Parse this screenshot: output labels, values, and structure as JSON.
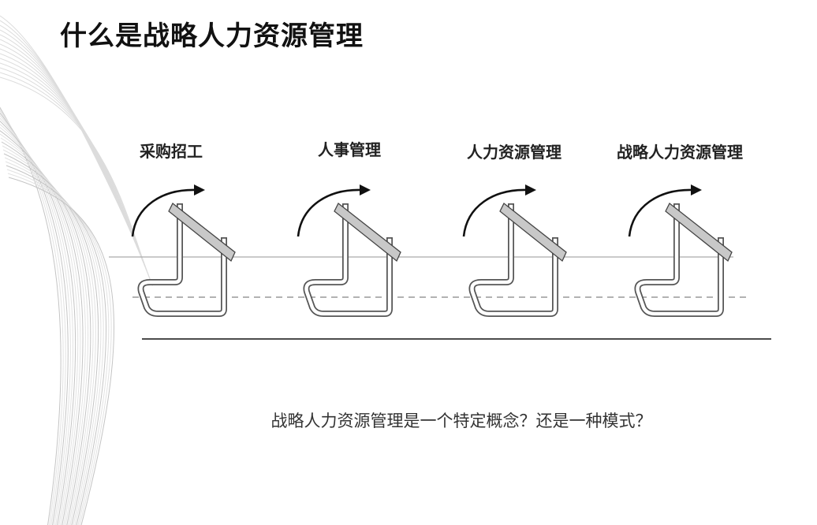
{
  "title": "什么是战略人力资源管理",
  "stages": [
    {
      "label": "采购招工"
    },
    {
      "label": "人事管理"
    },
    {
      "label": "人力资源管理"
    },
    {
      "label": "战略人力资源管理"
    }
  ],
  "question": "战略人力资源管理是一个特定概念？还是一种模式？",
  "colors": {
    "ink": "#111111",
    "hook_outline": "#555555",
    "guide_line": "#aaaaaa",
    "dashed_line": "#999999"
  }
}
